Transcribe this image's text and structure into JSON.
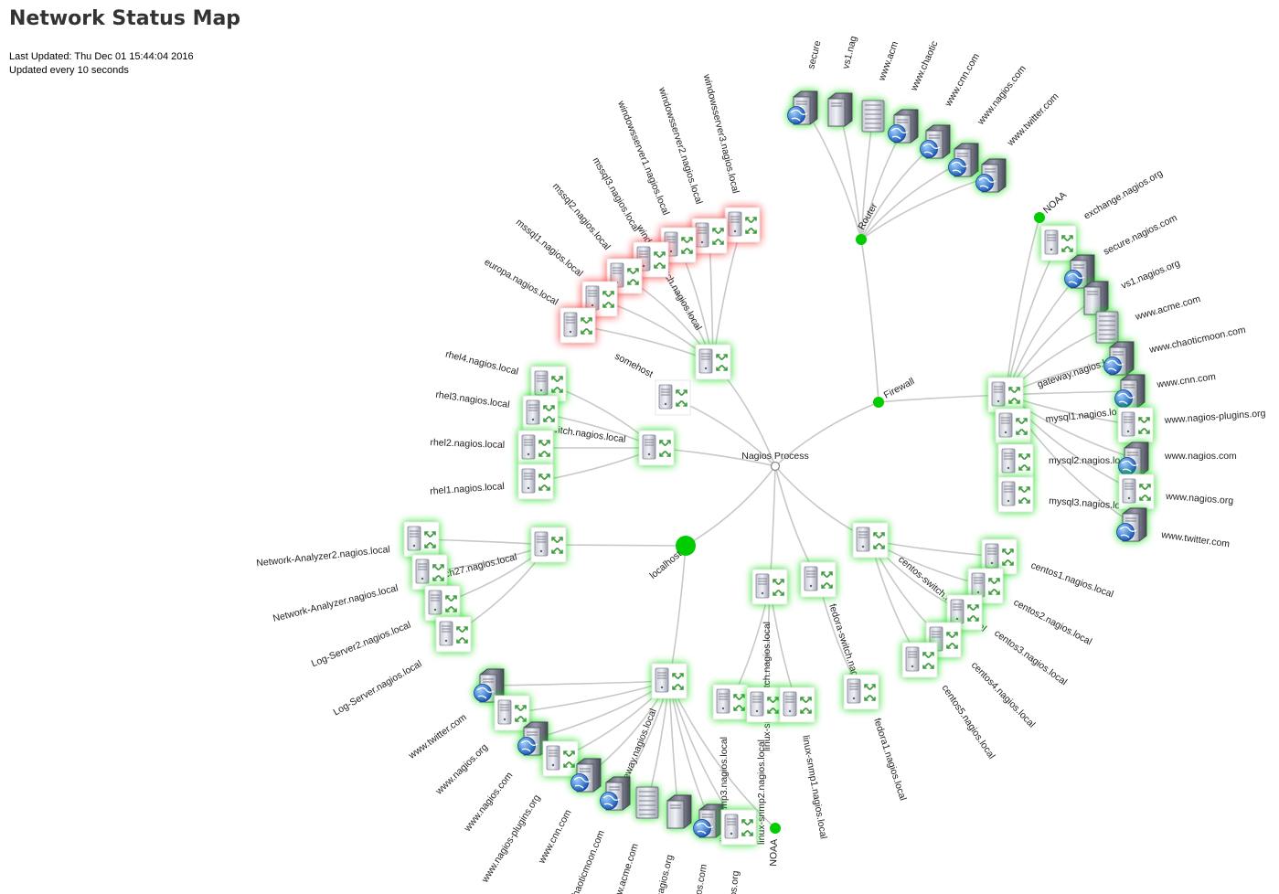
{
  "page": {
    "title": "Network Status Map",
    "last_updated": "Last Updated: Thu Dec 01 15:44:04 2016",
    "update_interval": "Updated every 10 seconds"
  },
  "colors": {
    "ok": "#00cc00",
    "critical": "#ff3333",
    "edge": "#c8c8c8",
    "pending": "#999999"
  },
  "nodes": [
    {
      "id": "root",
      "label": "Nagios Process",
      "icon": "root-circle",
      "status": "pending"
    },
    {
      "id": "router",
      "label": "Router",
      "icon": "status-dot",
      "status": "ok",
      "parent": "firewall"
    },
    {
      "id": "firewall",
      "label": "Firewall",
      "icon": "status-dot",
      "status": "ok",
      "parent": "root"
    },
    {
      "id": "r-secure",
      "label": "secure",
      "icon": "web-server",
      "status": "ok",
      "parent": "router"
    },
    {
      "id": "r-vs1",
      "label": "vs1.nag",
      "icon": "server",
      "status": "ok",
      "parent": "router"
    },
    {
      "id": "r-acme",
      "label": "www.acm",
      "icon": "tower-server",
      "status": "ok",
      "parent": "router"
    },
    {
      "id": "r-chaotic",
      "label": "www.chaotic",
      "icon": "web-server",
      "status": "ok",
      "parent": "router"
    },
    {
      "id": "r-cnn",
      "label": "www.cnn.com",
      "icon": "web-server",
      "status": "ok",
      "parent": "router"
    },
    {
      "id": "r-nagios",
      "label": "www.nagios.com",
      "icon": "web-server",
      "status": "ok",
      "parent": "router"
    },
    {
      "id": "r-twitter",
      "label": "www.twitter.com",
      "icon": "web-server",
      "status": "ok",
      "parent": "router"
    },
    {
      "id": "gateway-right",
      "label": "gateway.nagios.local",
      "icon": "switch",
      "status": "ok",
      "parent": "firewall"
    },
    {
      "id": "noaa-right",
      "label": "NOAA",
      "icon": "status-dot",
      "status": "ok",
      "parent": "gateway-right"
    },
    {
      "id": "g-exchange",
      "label": "exchange.nagios.org",
      "icon": "switch",
      "status": "ok",
      "parent": "gateway-right"
    },
    {
      "id": "g-secure",
      "label": "secure.nagios.com",
      "icon": "web-server",
      "status": "ok",
      "parent": "gateway-right"
    },
    {
      "id": "g-vs1",
      "label": "vs1.nagios.org",
      "icon": "server",
      "status": "ok",
      "parent": "gateway-right"
    },
    {
      "id": "g-acme",
      "label": "www.acme.com",
      "icon": "tower-server",
      "status": "ok",
      "parent": "gateway-right"
    },
    {
      "id": "g-chaotic",
      "label": "www.chaoticmoon.com",
      "icon": "web-server",
      "status": "ok",
      "parent": "gateway-right"
    },
    {
      "id": "g-cnn",
      "label": "www.cnn.com",
      "icon": "web-server",
      "status": "ok",
      "parent": "gateway-right"
    },
    {
      "id": "g-plugins",
      "label": "www.nagios-plugins.org",
      "icon": "switch",
      "status": "ok",
      "parent": "gateway-right"
    },
    {
      "id": "g-nagioscom",
      "label": "www.nagios.com",
      "icon": "web-server",
      "status": "ok",
      "parent": "gateway-right"
    },
    {
      "id": "g-nagiosorg",
      "label": "www.nagios.org",
      "icon": "switch",
      "status": "ok",
      "parent": "gateway-right"
    },
    {
      "id": "g-twitter",
      "label": "www.twitter.com",
      "icon": "web-server",
      "status": "ok",
      "parent": "gateway-right"
    },
    {
      "id": "mysql1",
      "label": "mysql1.nagios.lo",
      "icon": "switch",
      "status": "ok",
      "parent": "gateway-right"
    },
    {
      "id": "mysql2",
      "label": "mysql2.nagios.lo",
      "icon": "switch",
      "status": "ok",
      "parent": "gateway-right"
    },
    {
      "id": "mysql3",
      "label": "mysql3.nagios.lo",
      "icon": "switch",
      "status": "ok",
      "parent": "gateway-right"
    },
    {
      "id": "windows-switch",
      "label": "windows-switch.nagios.local",
      "icon": "switch",
      "status": "ok",
      "parent": "root"
    },
    {
      "id": "winserver3",
      "label": "windowsserver3.nagios.local",
      "icon": "switch",
      "status": "critical",
      "parent": "windows-switch"
    },
    {
      "id": "winserver2",
      "label": "windowsserver2.nagios.local",
      "icon": "switch",
      "status": "critical",
      "parent": "windows-switch"
    },
    {
      "id": "winserver1",
      "label": "windowsserver1.nagios.local",
      "icon": "switch",
      "status": "critical",
      "parent": "windows-switch"
    },
    {
      "id": "mssql3",
      "label": "mssql3.nagios.local",
      "icon": "switch",
      "status": "critical",
      "parent": "windows-switch"
    },
    {
      "id": "mssql2",
      "label": "mssql2.nagios.local",
      "icon": "switch",
      "status": "critical",
      "parent": "windows-switch"
    },
    {
      "id": "mssql1",
      "label": "mssql1.nagios.local",
      "icon": "switch",
      "status": "critical",
      "parent": "windows-switch"
    },
    {
      "id": "europa",
      "label": "europa.nagios.local",
      "icon": "switch",
      "status": "critical",
      "parent": "windows-switch"
    },
    {
      "id": "somehost",
      "label": "somehost",
      "icon": "switch",
      "status": "pending",
      "parent": "root"
    },
    {
      "id": "rhel-switch",
      "label": "rhel-switch.nagios.local",
      "icon": "switch",
      "status": "ok",
      "parent": "root"
    },
    {
      "id": "rhel4",
      "label": "rhel4.nagios.local",
      "icon": "switch",
      "status": "ok",
      "parent": "rhel-switch"
    },
    {
      "id": "rhel3",
      "label": "rhel3.nagios.local",
      "icon": "switch",
      "status": "ok",
      "parent": "rhel-switch"
    },
    {
      "id": "rhel2",
      "label": "rhel2.nagios.local",
      "icon": "switch",
      "status": "ok",
      "parent": "rhel-switch"
    },
    {
      "id": "rhel1",
      "label": "rhel1.nagios.local",
      "icon": "switch",
      "status": "ok",
      "parent": "rhel-switch"
    },
    {
      "id": "localhost",
      "label": "localhost",
      "icon": "status-dot",
      "status": "ok",
      "parent": "root"
    },
    {
      "id": "switch27",
      "label": "switch27.nagios.local",
      "icon": "switch",
      "status": "ok",
      "parent": "localhost"
    },
    {
      "id": "netan2",
      "label": "Network-Analyzer2.nagios.local",
      "icon": "switch",
      "status": "ok",
      "parent": "switch27"
    },
    {
      "id": "netan",
      "label": "Network-Analyzer.nagios.local",
      "icon": "switch",
      "status": "ok",
      "parent": "switch27"
    },
    {
      "id": "logsrv2",
      "label": "Log-Server2.nagios.local",
      "icon": "switch",
      "status": "ok",
      "parent": "switch27"
    },
    {
      "id": "logsrv",
      "label": "Log-Server.nagios.local",
      "icon": "switch",
      "status": "ok",
      "parent": "switch27"
    },
    {
      "id": "gateway-bottom",
      "label": "gateway.nagios.local",
      "icon": "switch",
      "status": "ok",
      "parent": "localhost"
    },
    {
      "id": "b-twitter",
      "label": "www.twitter.com",
      "icon": "web-server",
      "status": "ok",
      "parent": "gateway-bottom"
    },
    {
      "id": "b-nagiosorg",
      "label": "www.nagios.org",
      "icon": "switch",
      "status": "ok",
      "parent": "gateway-bottom"
    },
    {
      "id": "b-nagioscom",
      "label": "www.nagios.com",
      "icon": "web-server",
      "status": "ok",
      "parent": "gateway-bottom"
    },
    {
      "id": "b-plugins",
      "label": "www.nagios-plugins.org",
      "icon": "switch",
      "status": "ok",
      "parent": "gateway-bottom"
    },
    {
      "id": "b-cnn",
      "label": "www.cnn.com",
      "icon": "web-server",
      "status": "ok",
      "parent": "gateway-bottom"
    },
    {
      "id": "b-chaotic",
      "label": "haoticmoon.com",
      "icon": "web-server",
      "status": "ok",
      "parent": "gateway-bottom"
    },
    {
      "id": "b-acme",
      "label": "w.acme.com",
      "icon": "tower-server",
      "status": "ok",
      "parent": "gateway-bottom"
    },
    {
      "id": "b-vs1",
      "label": "nagios.org",
      "icon": "server",
      "status": "ok",
      "parent": "gateway-bottom"
    },
    {
      "id": "b-secure",
      "label": "ios.com",
      "icon": "web-server",
      "status": "ok",
      "parent": "gateway-bottom"
    },
    {
      "id": "b-exchange",
      "label": "os.org",
      "icon": "switch",
      "status": "ok",
      "parent": "gateway-bottom"
    },
    {
      "id": "noaa-bottom",
      "label": "NOAA",
      "icon": "status-dot",
      "status": "ok",
      "parent": "gateway-bottom"
    },
    {
      "id": "linux-switch",
      "label": "linux-snmp-switch.nagios.local",
      "icon": "switch",
      "status": "ok",
      "parent": "root"
    },
    {
      "id": "linux3",
      "label": "linux-snmp3.nagios.local",
      "icon": "switch",
      "status": "ok",
      "parent": "linux-switch"
    },
    {
      "id": "linux2",
      "label": "linux-snmp2.nagios.local",
      "icon": "switch",
      "status": "ok",
      "parent": "linux-switch"
    },
    {
      "id": "linux1",
      "label": "linux-snmp1.nagios.local",
      "icon": "switch",
      "status": "ok",
      "parent": "linux-switch"
    },
    {
      "id": "fedora-switch",
      "label": "fedora-switch.nagios.local",
      "icon": "switch",
      "status": "ok",
      "parent": "root"
    },
    {
      "id": "fedora1",
      "label": "fedora1.nagios.local",
      "icon": "switch",
      "status": "ok",
      "parent": "fedora-switch"
    },
    {
      "id": "centos-switch",
      "label": "centos-switch.nagios.local",
      "icon": "switch",
      "status": "ok",
      "parent": "root"
    },
    {
      "id": "centos1",
      "label": "centos1.nagios.local",
      "icon": "switch",
      "status": "ok",
      "parent": "centos-switch"
    },
    {
      "id": "centos2",
      "label": "centos2.nagios.local",
      "icon": "switch",
      "status": "ok",
      "parent": "centos-switch"
    },
    {
      "id": "centos3",
      "label": "centos3.nagios.local",
      "icon": "switch",
      "status": "ok",
      "parent": "centos-switch"
    },
    {
      "id": "centos4",
      "label": "centos4.nagios.local",
      "icon": "switch",
      "status": "ok",
      "parent": "centos-switch"
    },
    {
      "id": "centos5",
      "label": "centos5.nagios.local",
      "icon": "switch",
      "status": "ok",
      "parent": "centos-switch"
    }
  ]
}
